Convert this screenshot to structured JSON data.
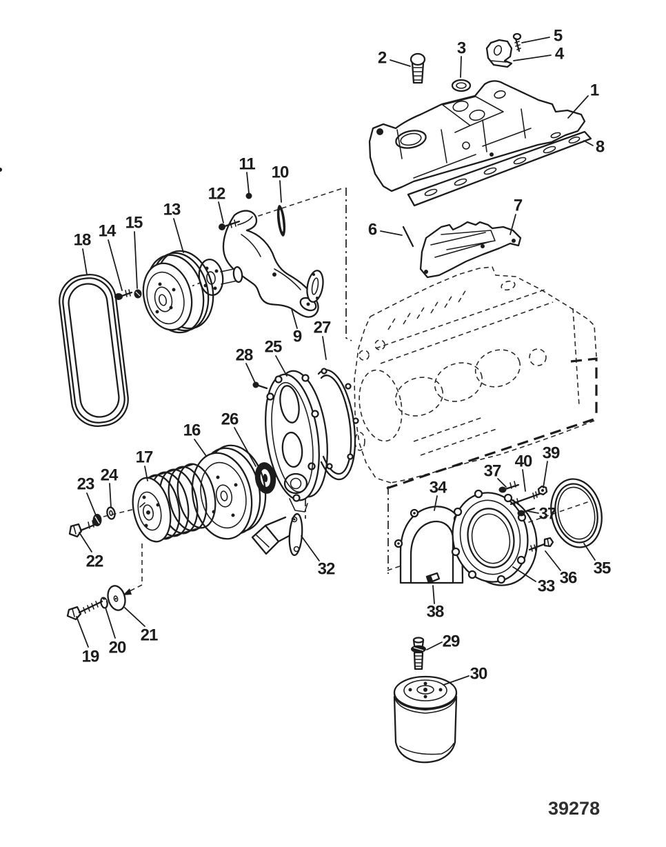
{
  "drawing_number": "39278",
  "colors": {
    "ink": "#1c1c1c",
    "paper": "#ffffff"
  },
  "callouts": {
    "c1": "1",
    "c2": "2",
    "c3": "3",
    "c4": "4",
    "c5": "5",
    "c6": "6",
    "c7": "7",
    "c8": "8",
    "c9": "9",
    "c10": "10",
    "c11": "11",
    "c12": "12",
    "c13": "13",
    "c14": "14",
    "c15": "15",
    "c16": "16",
    "c17": "17",
    "c18": "18",
    "c19": "19",
    "c20": "20",
    "c21": "21",
    "c22": "22",
    "c23": "23",
    "c24": "24",
    "c25": "25",
    "c26": "26",
    "c27": "27",
    "c28": "28",
    "c29": "29",
    "c30": "30",
    "c32": "32",
    "c33": "33",
    "c34": "34",
    "c35": "35",
    "c36": "36",
    "c37a": "37",
    "c37b": "37",
    "c38": "38",
    "c39": "39",
    "c40": "40"
  }
}
